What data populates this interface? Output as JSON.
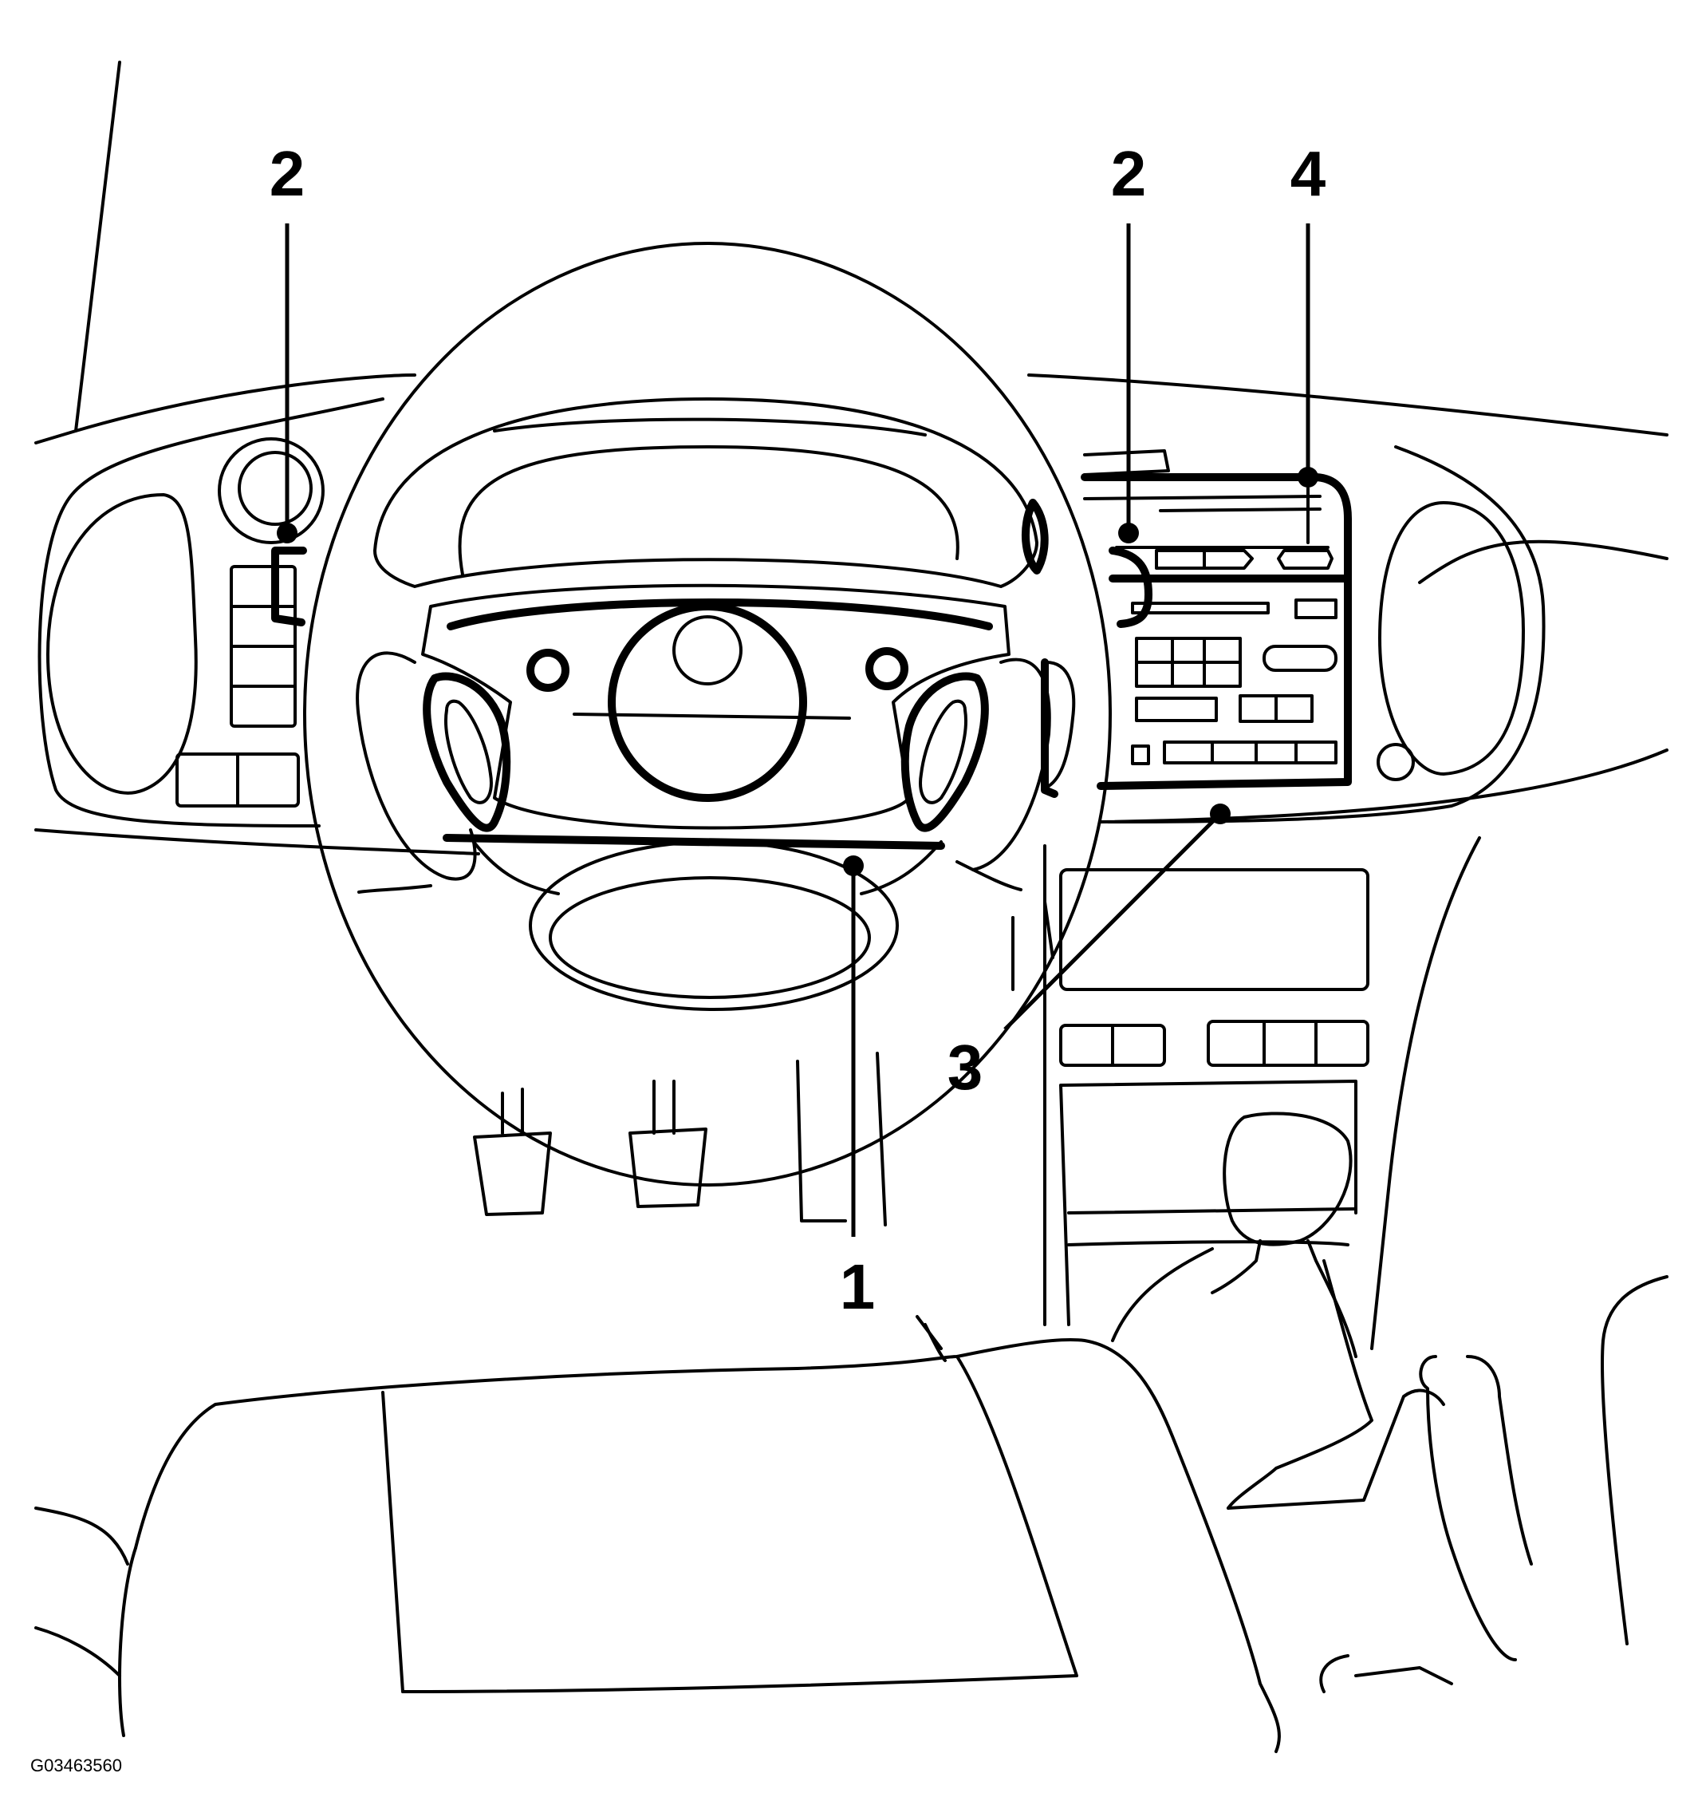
{
  "figure": {
    "id_label": "G03463560"
  },
  "callouts": [
    {
      "key": "c1",
      "number": "1"
    },
    {
      "key": "c2a",
      "number": "2"
    },
    {
      "key": "c2b",
      "number": "2"
    },
    {
      "key": "c3",
      "number": "3"
    },
    {
      "key": "c4",
      "number": "4"
    }
  ]
}
